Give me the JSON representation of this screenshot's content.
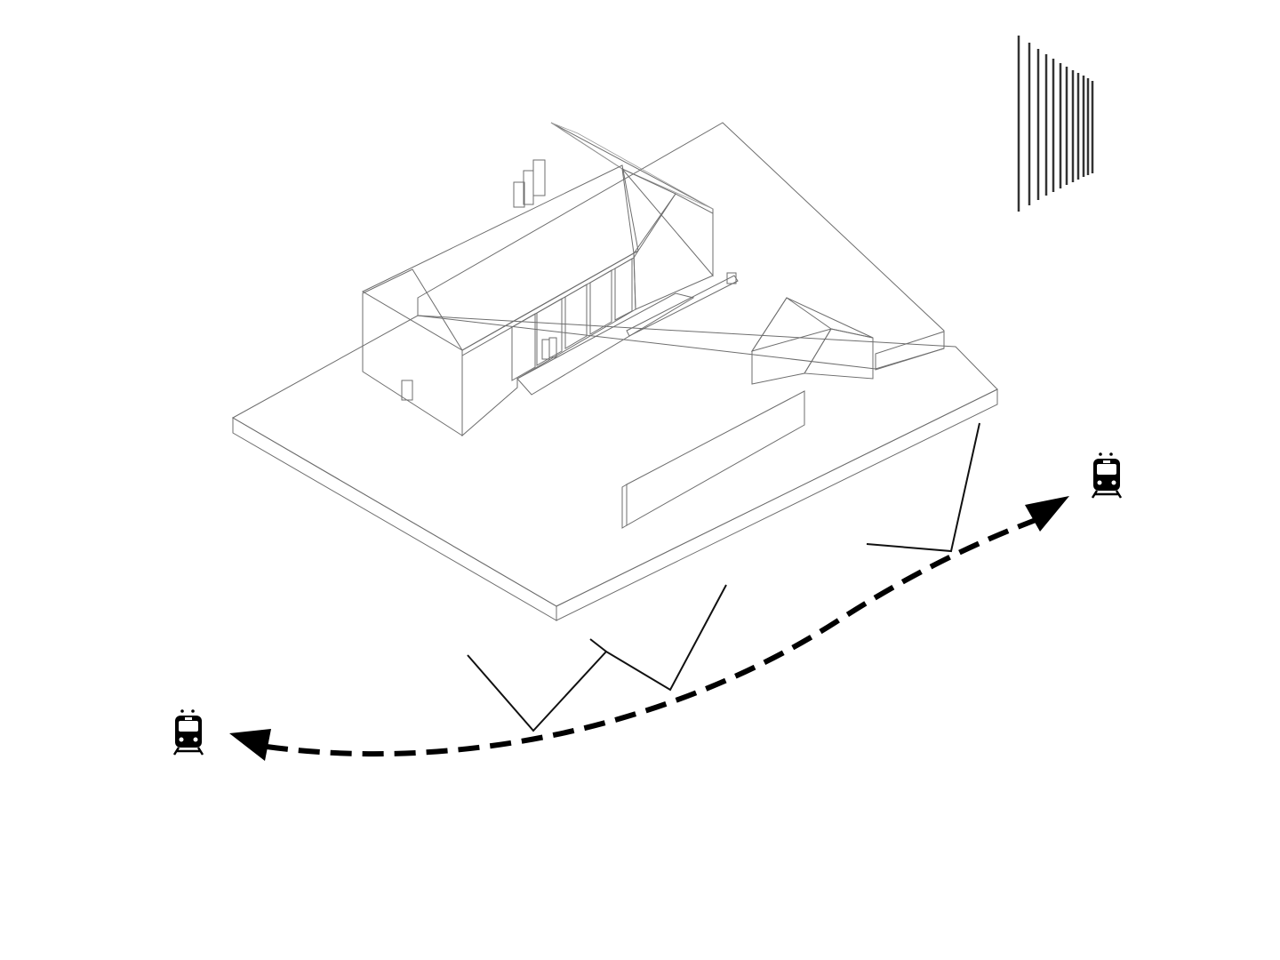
{
  "diagram": {
    "kind": "isometric site axonometric",
    "accent_color": "#000000",
    "line_color": "#6e6e6e",
    "icons": [
      "train-icon",
      "train-icon",
      "fence-screen-icon"
    ],
    "paths": [
      "double-headed-dashed-arrow",
      "sound-wave-zigzag",
      "sound-wave-zigzag"
    ]
  }
}
